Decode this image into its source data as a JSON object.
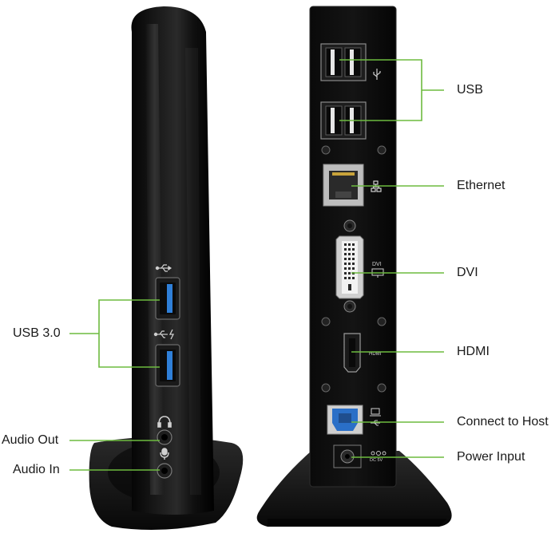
{
  "labels": {
    "left": {
      "usb30": "USB 3.0",
      "audio_out": "Audio Out",
      "audio_in": "Audio In"
    },
    "right": {
      "usb": "USB",
      "ethernet": "Ethernet",
      "dvi": "DVI",
      "hdmi": "HDMI",
      "connect_host": "Connect to Host",
      "power_input": "Power Input"
    }
  },
  "port_markings": {
    "dvi": "DVI",
    "hdmi": "HDMI",
    "dc": "DC 5V"
  },
  "colors": {
    "callout_line": "#6dbb3f",
    "device_body": "#0d0d0d",
    "usb3_blue": "#2f7fd8",
    "background": "#ffffff"
  },
  "icons": [
    "usb-icon",
    "usb-ss-icon",
    "headphones-icon",
    "microphone-icon",
    "network-icon",
    "monitor-icon",
    "laptop-icon",
    "dc-polarity-icon"
  ]
}
